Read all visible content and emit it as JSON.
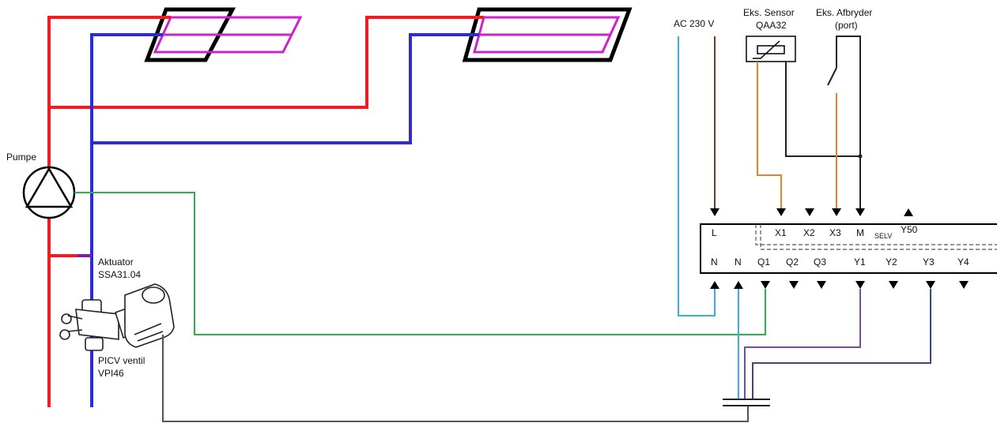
{
  "labels": {
    "pump": "Pumpe",
    "actuator_line1": "Aktuator",
    "actuator_line2": "SSA31.04",
    "valve_line1": "PICV ventil",
    "valve_line2": "VPI46",
    "ac_supply": "AC 230 V",
    "sensor_line1": "Eks. Sensor",
    "sensor_line2": "QAA32",
    "switch_line1": "Eks. Afbryder",
    "switch_line2": "(port)"
  },
  "controller": {
    "top_terminals": [
      "L",
      "X1",
      "X2",
      "X3",
      "M",
      "Y50"
    ],
    "selv_label": "SELV",
    "bottom_terminals": [
      "N",
      "N",
      "Q1",
      "Q2",
      "Q3",
      "Y1",
      "Y2",
      "Y3",
      "Y4"
    ]
  },
  "colors": {
    "supply_pipe": "#ee1c24",
    "return_pipe": "#2b2bd8",
    "coil": "#cc22cc",
    "pump_signal": "#2bb24c",
    "phase": "#6b3a2a",
    "neutral": "#3aaee0",
    "sensor_wire": "#e8822a",
    "common_wire": "#222222",
    "y1_wire": "#7a4aa8",
    "y3_wire": "#3a4a7a",
    "actuator_cable": "#555555"
  }
}
